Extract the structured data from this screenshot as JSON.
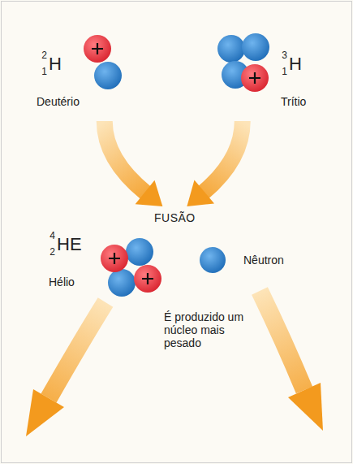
{
  "diagram": {
    "nodes": [
      {
        "text": [
          "2",
          "1",
          "H",
          "Deutério"
        ]
      },
      {
        "text": [
          "3",
          "1",
          "H",
          "Trítio"
        ]
      },
      {
        "text": [
          "FUSÃO"
        ]
      },
      {
        "text": [
          "4",
          "2",
          "HE",
          "Hélio"
        ]
      },
      {
        "text": [
          "Nêutron"
        ]
      }
    ],
    "edges": [
      {
        "from": 0,
        "to": 2,
        "arrow": "to"
      },
      {
        "from": 1,
        "to": 2,
        "arrow": "to"
      }
    ],
    "labels": [
      "É produzido um núcleo mais pesado"
    ]
  }
}
